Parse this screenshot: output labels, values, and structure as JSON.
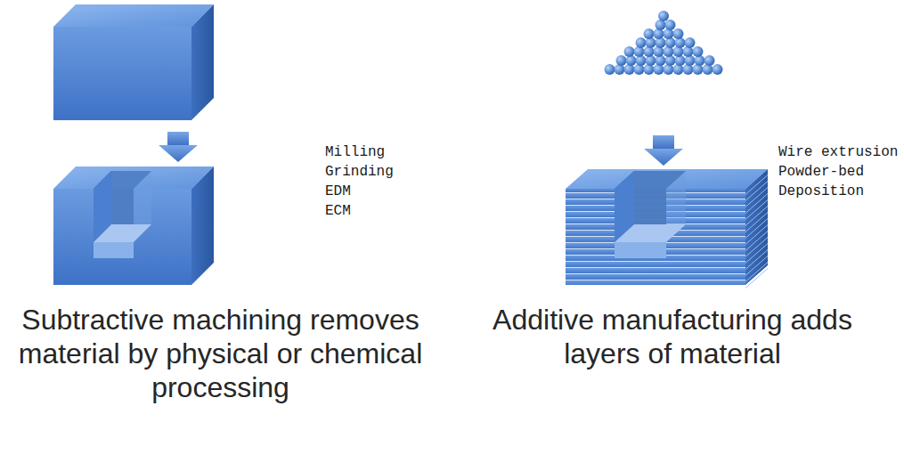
{
  "diagram": {
    "labels": [
      "Milling",
      "Grinding",
      "EDM",
      "ECM",
      "Wire extrusion",
      "Powder-bed",
      "Deposition",
      "Subtractive machining removes material by physical or chemical processing",
      "Additive manufacturing adds layers of material"
    ]
  }
}
